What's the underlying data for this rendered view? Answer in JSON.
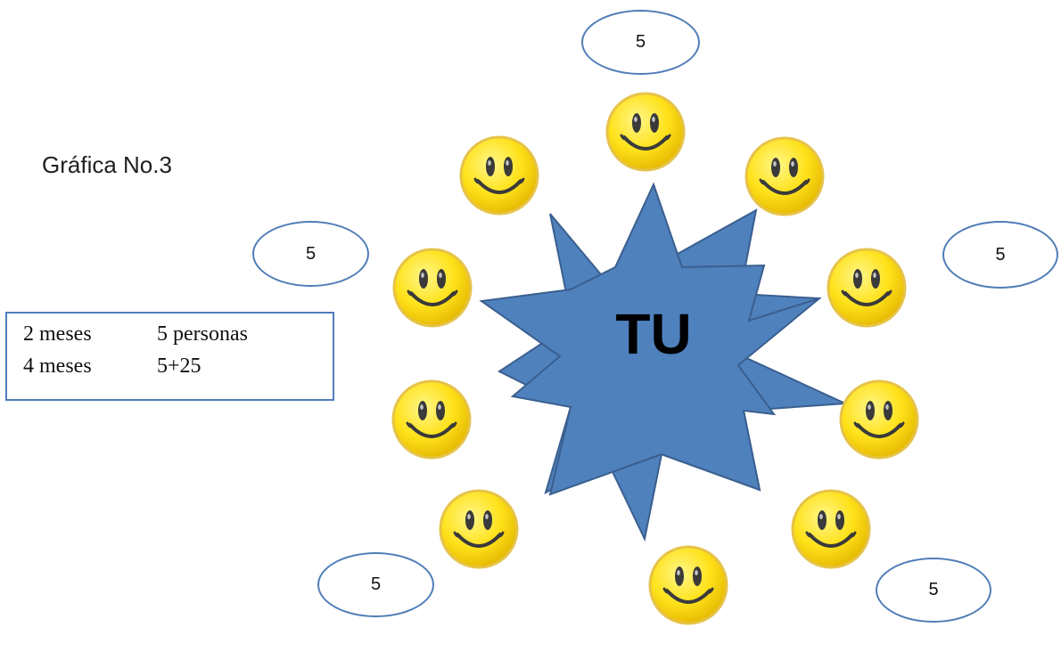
{
  "caption": "Gráfica No.3",
  "center_label": "TU",
  "legend": [
    {
      "period": "2 meses",
      "people": "5 personas"
    },
    {
      "period": "4 meses",
      "people": "5+25"
    }
  ],
  "ovals": [
    "5",
    "5",
    "5",
    "5",
    "5"
  ],
  "colors": {
    "star_fill": "#4f81bd",
    "star_stroke": "#3a5f8f",
    "oval_stroke": "#4f7db7",
    "smiley_face": "#ffe21a",
    "smiley_eye": "#3a3a3a"
  },
  "icons": {
    "person": "smiley-face-icon",
    "center": "star-icon"
  },
  "smiley_count": 10
}
